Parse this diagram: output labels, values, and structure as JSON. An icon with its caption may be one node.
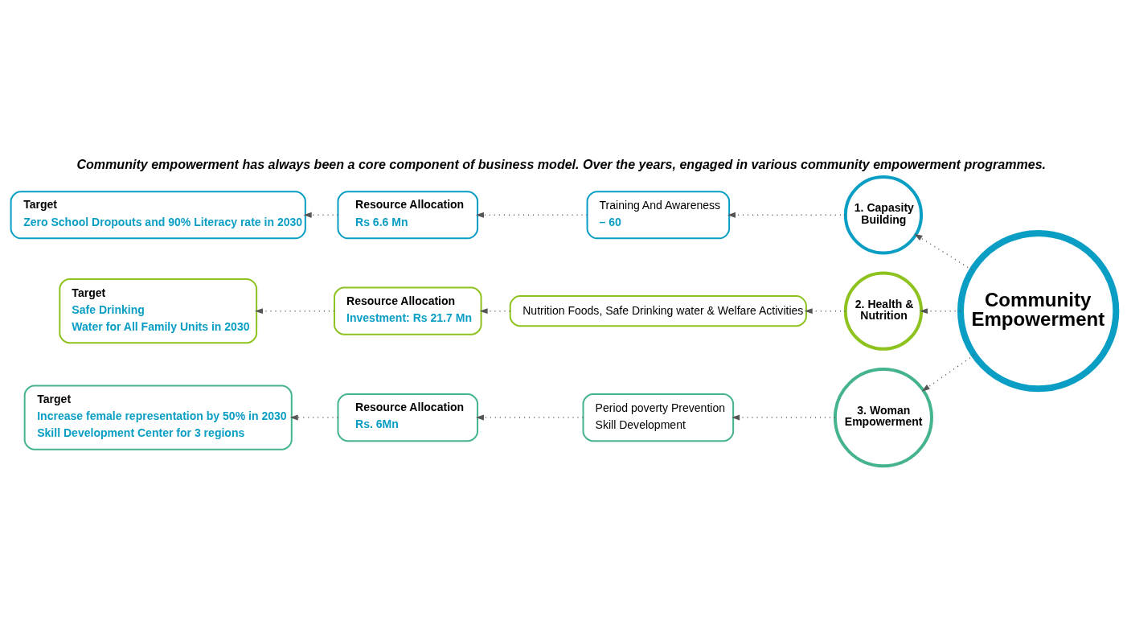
{
  "diagram": {
    "title": "Community empowerment has always been a core component of business model. Over the years, engaged in various community empowerment programmes.",
    "nodes": [
      {
        "text": [
          "Community Empowerment"
        ]
      },
      {
        "text": [
          "1. Capasity Building"
        ]
      },
      {
        "text": [
          "2. Health & Nutrition"
        ]
      },
      {
        "text": [
          "3. Woman Empowerment"
        ]
      },
      {
        "text": [
          "Training And Awareness",
          "– 60"
        ]
      },
      {
        "text": [
          "Resource Allocation",
          "Rs 6.6 Mn"
        ]
      },
      {
        "text": [
          "Target",
          "Zero School Dropouts and 90% Literacy rate in 2030"
        ]
      },
      {
        "text": [
          "Nutrition Foods, Safe Drinking water & Welfare Activities"
        ]
      },
      {
        "text": [
          "Resource Allocation",
          "Investment: Rs 21.7 Mn"
        ]
      },
      {
        "text": [
          "Target",
          "Safe Drinking",
          "Water for All Family Units in 2030"
        ]
      },
      {
        "text": [
          "Period poverty Prevention",
          "Skill Development"
        ]
      },
      {
        "text": [
          "Resource Allocation",
          "Rs. 6Mn"
        ]
      },
      {
        "text": [
          "Target",
          "Increase female representation by 50% in 2030",
          "Skill Development Center for 3 regions"
        ]
      }
    ],
    "edges": [
      {
        "from": 0,
        "to": 1,
        "arrow": "to"
      },
      {
        "from": 0,
        "to": 2,
        "arrow": "to"
      },
      {
        "from": 0,
        "to": 3,
        "arrow": "to"
      },
      {
        "from": 1,
        "to": 4,
        "arrow": "to"
      },
      {
        "from": 4,
        "to": 5,
        "arrow": "to"
      },
      {
        "from": 5,
        "to": 6,
        "arrow": "to"
      },
      {
        "from": 2,
        "to": 7,
        "arrow": "to"
      },
      {
        "from": 7,
        "to": 8,
        "arrow": "to"
      },
      {
        "from": 8,
        "to": 9,
        "arrow": "to"
      },
      {
        "from": 3,
        "to": 10,
        "arrow": "to"
      },
      {
        "from": 10,
        "to": 11,
        "arrow": "to"
      },
      {
        "from": 11,
        "to": 12,
        "arrow": "to"
      }
    ]
  }
}
